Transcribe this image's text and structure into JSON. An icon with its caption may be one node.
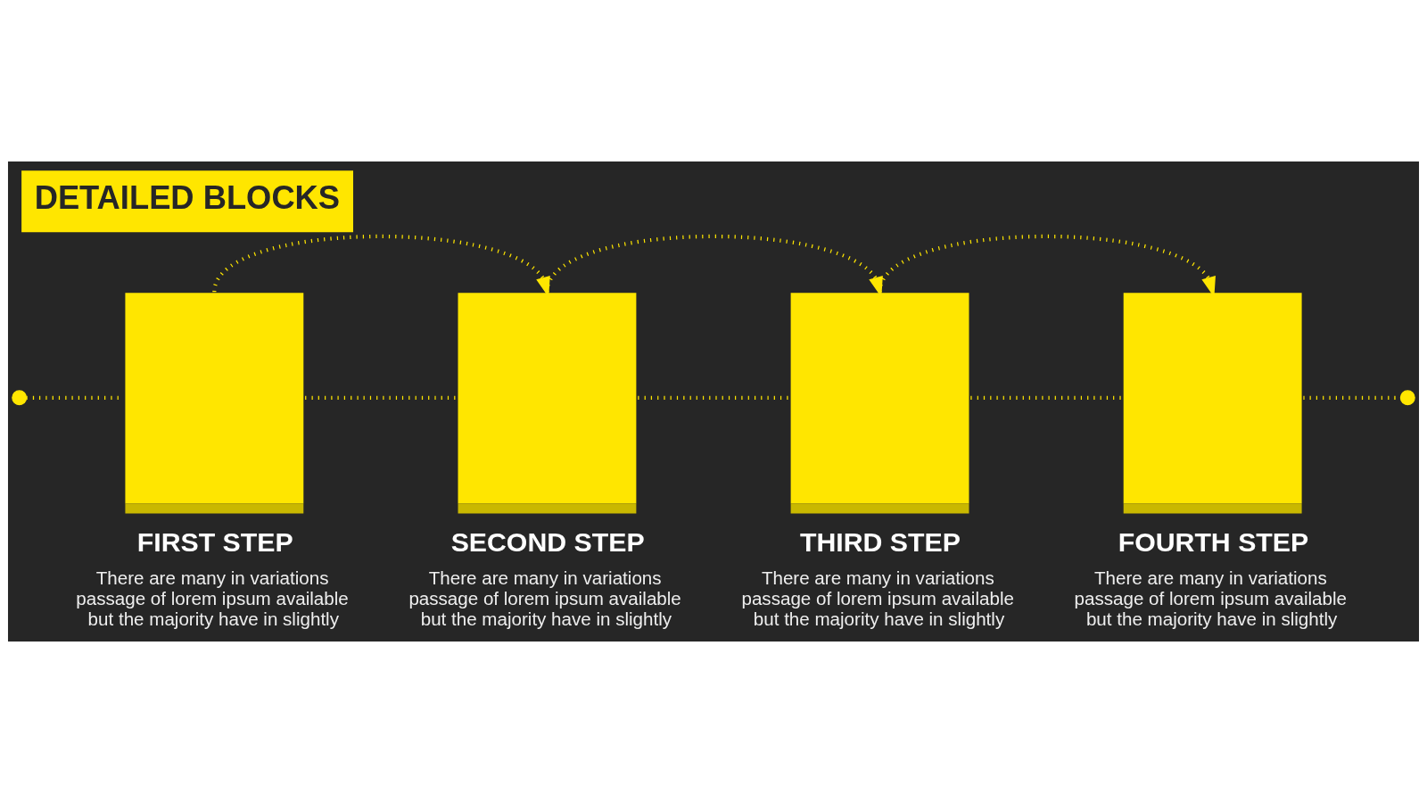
{
  "diagram": {
    "title": "DETAILED BLOCKS",
    "nodes": [
      {
        "text": [],
        "shape": "circle"
      },
      {
        "text": [
          "FIRST STEP",
          "There are many in variations passage of lorem ipsum available but the majority have in slightly"
        ]
      },
      {
        "text": [
          "SECOND STEP",
          "There are many in variations passage of lorem ipsum available but the majority have in slightly"
        ]
      },
      {
        "text": [
          "THIRD STEP",
          "There are many in variations passage of lorem ipsum available but the majority have in slightly"
        ]
      },
      {
        "text": [
          "FOURTH STEP",
          "There are many in variations passage of lorem ipsum available but the majority have in slightly"
        ]
      },
      {
        "text": [],
        "shape": "circle"
      }
    ],
    "edges": [
      {
        "from": 1,
        "to": 2,
        "arrow": "to",
        "style": "dashed"
      },
      {
        "from": 2,
        "to": 3,
        "arrow": "to",
        "style": "dashed"
      },
      {
        "from": 3,
        "to": 4,
        "arrow": "to",
        "style": "dashed"
      },
      {
        "from": 0,
        "to": 1,
        "arrow": "none",
        "style": "dashed"
      },
      {
        "from": 1,
        "to": 2,
        "arrow": "none",
        "style": "dashed"
      },
      {
        "from": 2,
        "to": 3,
        "arrow": "none",
        "style": "dashed"
      },
      {
        "from": 3,
        "to": 4,
        "arrow": "none",
        "style": "dashed"
      },
      {
        "from": 4,
        "to": 5,
        "arrow": "none",
        "style": "dashed"
      }
    ]
  }
}
